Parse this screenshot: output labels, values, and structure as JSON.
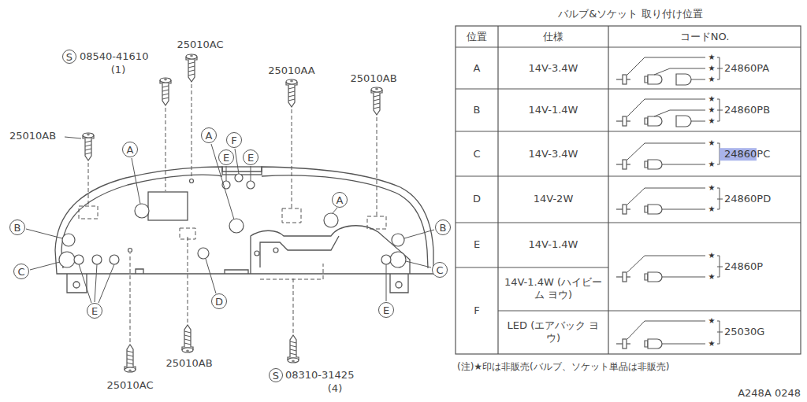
{
  "diagram": {
    "nodes": [
      {
        "text": [
          "S"
        ]
      },
      {
        "text": [
          "A"
        ]
      },
      {
        "text": [
          "F"
        ]
      },
      {
        "text": [
          "A"
        ]
      },
      {
        "text": [
          "E"
        ]
      },
      {
        "text": [
          "E"
        ]
      },
      {
        "text": [
          "A"
        ]
      },
      {
        "text": [
          "B"
        ]
      },
      {
        "text": [
          "B"
        ]
      },
      {
        "text": [
          "C"
        ]
      },
      {
        "text": [
          "C"
        ]
      },
      {
        "text": [
          "D"
        ]
      },
      {
        "text": [
          "E"
        ]
      },
      {
        "text": [
          "E"
        ]
      },
      {
        "text": [
          "S"
        ]
      }
    ],
    "labels": [
      "08540-41610",
      "(1)",
      "25010AC",
      "25010AA",
      "25010AB",
      "25010AB",
      "25010AB",
      "25010AC",
      "08310-31425",
      "(4)",
      "バルブ&ソケット 取り付け位置",
      "位置",
      "仕様",
      "コードNO.",
      "A",
      "14V-3.4W",
      "★",
      "★",
      "★",
      "24860PA",
      "B",
      "14V-1.4W",
      "★",
      "★",
      "★",
      "24860PB",
      "C",
      "14V-3.4W",
      "★",
      "★",
      "24860",
      "PC",
      "D",
      "14V-2W",
      "★",
      "★",
      "24860PD",
      "E",
      "14V-1.4W",
      "F",
      "14V-1.4W (ハイビーム ヨウ)",
      "★",
      "★",
      "24860P",
      "LED (エアバック ヨウ)",
      "★",
      "★",
      "25030G",
      "(注)★印は非販売(バルブ、ソケット単品は非販売)",
      "A248A 0248"
    ]
  }
}
